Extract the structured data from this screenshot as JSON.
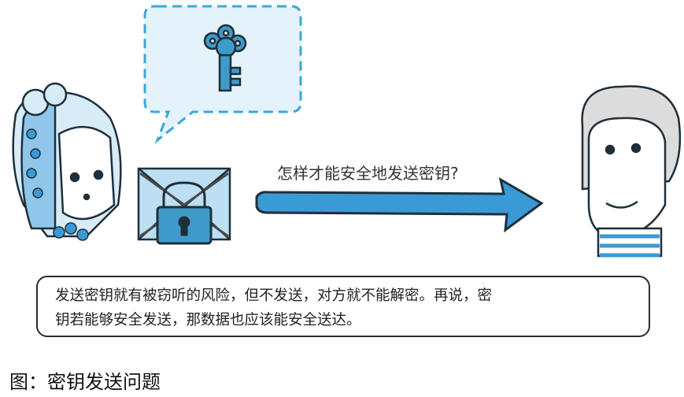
{
  "question_text": "怎样才能安全地发送密钥?",
  "note_text_line1": "发送密钥就有被窃听的风险，但不发送，对方就不能解密。再说，密",
  "note_text_line2": "钥若能够安全发送，那数据也应该能安全送达。",
  "caption": "图：密钥发送问题",
  "colors": {
    "accent": "#3a9ad6",
    "bubble_fill": "#e4f2fb",
    "bubble_stroke": "#3aa8d8",
    "lock_fill": "#3f9ac9"
  },
  "icons": [
    "key-icon",
    "padlock-icon",
    "envelope-icon",
    "arrow-icon"
  ]
}
